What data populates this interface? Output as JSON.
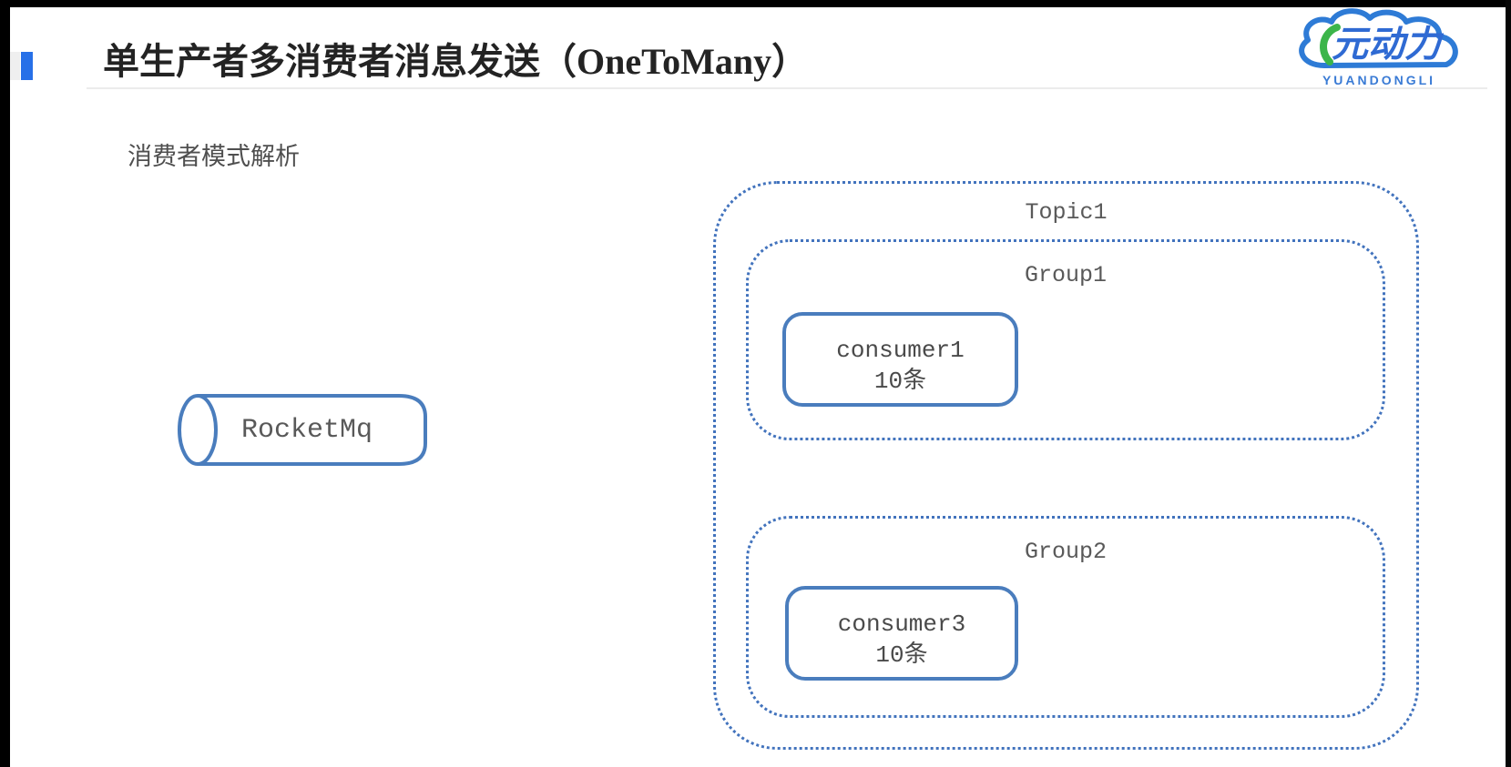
{
  "page": {
    "title": "单生产者多消费者消息发送（OneToMany）",
    "subtitle": "消费者模式解析"
  },
  "logo": {
    "brand_cn": "元动力",
    "brand_en": "YUANDONGLI"
  },
  "diagram": {
    "source": {
      "label": "RocketMq"
    },
    "topic": {
      "label": "Topic1",
      "groups": [
        {
          "label": "Group1",
          "consumer": {
            "name": "consumer1",
            "count": "10条"
          }
        },
        {
          "label": "Group2",
          "consumer": {
            "name": "consumer3",
            "count": "10条"
          }
        }
      ]
    }
  },
  "colors": {
    "accent_blue": "#2770e8",
    "dotted_border_blue": "#4273bd",
    "solid_border_blue": "#4a7dbd",
    "label_gray": "#595959",
    "logo_blue": "#2e7bd6",
    "logo_green": "#3cb54a"
  }
}
